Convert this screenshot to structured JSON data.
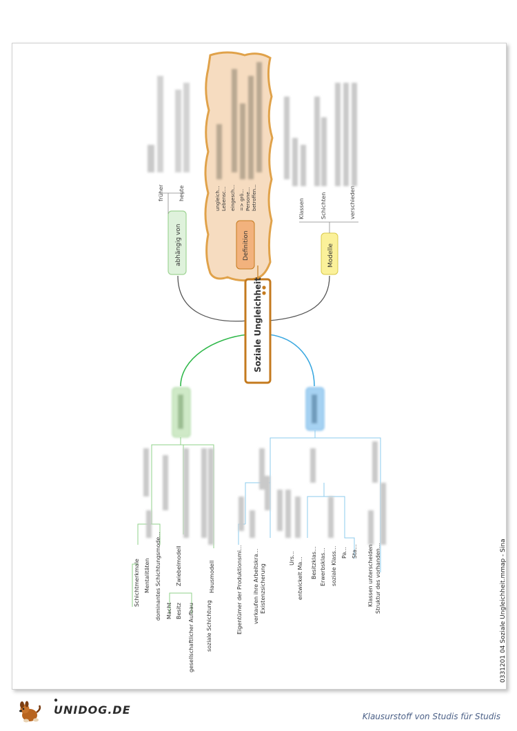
{
  "footer": {
    "brand": "UNIDOG.DE",
    "tagline": "Klausurstoff von Studis für Studis"
  },
  "document": {
    "file_caption": "0331201 04 Soziale Ungleichheit.mmap - Sina"
  },
  "mindmap": {
    "central": "Soziale Ungleichheit",
    "abhaengig": {
      "label": "abhängig von",
      "frueher": "früher",
      "heute": "heute"
    },
    "definition": {
      "label": "Definition",
      "lines": [
        "ungleich...",
        "Lebensc...",
        "eingesch...",
        "=> grö...",
        "Persone...",
        "betroffen..."
      ]
    },
    "modelle": {
      "label": "Modelle",
      "klassen": "Klassen",
      "schichten": "Schichten",
      "verschieden": "verschieden"
    },
    "left_branch": {
      "items": [
        "Schichtmerkmale",
        "Mentalitäten",
        "dominantes Schichtungsmode...",
        "Macht",
        "Besitz",
        "gesellschaftlicher Aufbau",
        "Zwiebelmodell",
        "soziale Schichtung",
        "Hausmodell"
      ]
    },
    "right_branch": {
      "items": [
        "Eigentümer der Produktionsmi...",
        "verkaufen ihre Arbeitskra...",
        "Existenzsicherung",
        "Urs...",
        "entwickelt Ma...",
        "Besitzklas...",
        "Erwerbsklas...",
        "soziale Klass...",
        "Pa...",
        "Sta...",
        "Klassen unterscheiden",
        "Struktur des vorhanden..."
      ]
    }
  },
  "colors": {
    "central_border": "#c47a1e",
    "definition_cloud": "#f6dcc0",
    "definition_node": "#f2b27d",
    "abhaengig_node": "#dff2dc",
    "modelle_node": "#fbf19a",
    "green_branch": "#5bbf47",
    "blue_branch": "#6bbbe8",
    "gray_branch": "#555555",
    "tagline": "#4a5f86"
  }
}
